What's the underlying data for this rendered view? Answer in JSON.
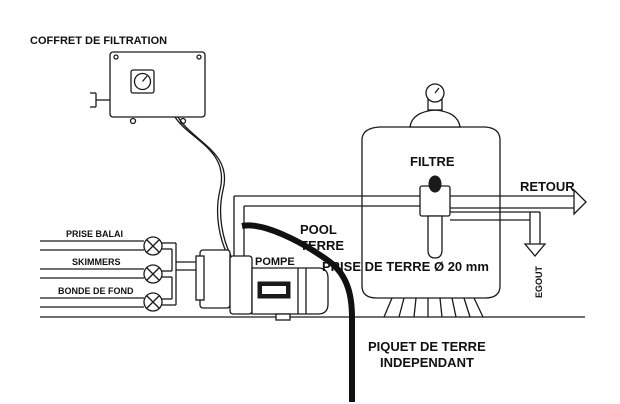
{
  "labels": {
    "coffret": "COFFRET DE FILTRATION",
    "filtre": "FILTRE",
    "retour": "RETOUR",
    "egout": "EGOUT",
    "pool_line1": "POOL",
    "pool_line2": "TERRE",
    "pompe": "POMPE",
    "prise_de_terre": "PRISE DE TERRE Ø 20 mm",
    "prise_balai": "PRISE BALAI",
    "skimmers": "SKIMMERS",
    "bonde_de_fond": "BONDE DE FOND",
    "piquet_line1": "PIQUET DE TERRE",
    "piquet_line2": "INDEPENDANT"
  }
}
